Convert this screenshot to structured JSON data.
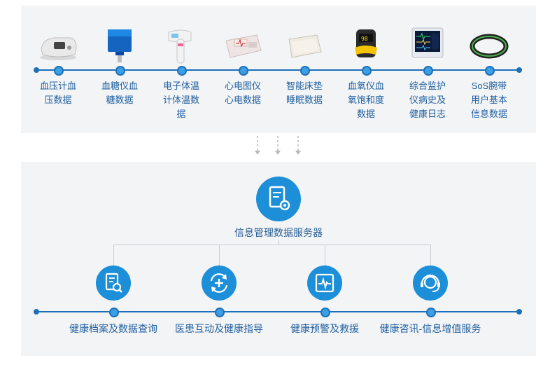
{
  "devices": [
    {
      "icon": "blood-pressure-monitor-icon",
      "label": "血压计血\n压数据"
    },
    {
      "icon": "glucose-meter-icon",
      "label": "血糖仪血\n糖数据"
    },
    {
      "icon": "infrared-thermometer-icon",
      "label": "电子体温\n计体温数\n据"
    },
    {
      "icon": "ecg-machine-icon",
      "label": "心电图仪\n心电数据"
    },
    {
      "icon": "smart-mattress-icon",
      "label": "智能床垫\n睡眠数据"
    },
    {
      "icon": "pulse-oximeter-icon",
      "label": "血氧仪血\n氧饱和度\n数据"
    },
    {
      "icon": "patient-monitor-icon",
      "label": "综合监护\n仪病史及\n健康日志"
    },
    {
      "icon": "sos-wristband-icon",
      "label": "SoS腕带\n用户基本\n信息数据"
    }
  ],
  "server": {
    "icon": "document-gear-icon",
    "label": "信息管理数据服务器"
  },
  "services": [
    {
      "icon": "document-search-icon",
      "label": "健康档案及数据查询"
    },
    {
      "icon": "refresh-plus-icon",
      "label": "医患互动及健康指导"
    },
    {
      "icon": "heartbeat-monitor-icon",
      "label": "健康预警及救援"
    },
    {
      "icon": "headset-support-icon",
      "label": "健康咨讯-信息增值服务"
    }
  ],
  "colors": {
    "line": "#1f6fb8",
    "node": "#3aa0e6",
    "icon_bg": "#1c8fd8",
    "label": "#1f5fa0",
    "panel": "#f3f4f6"
  }
}
